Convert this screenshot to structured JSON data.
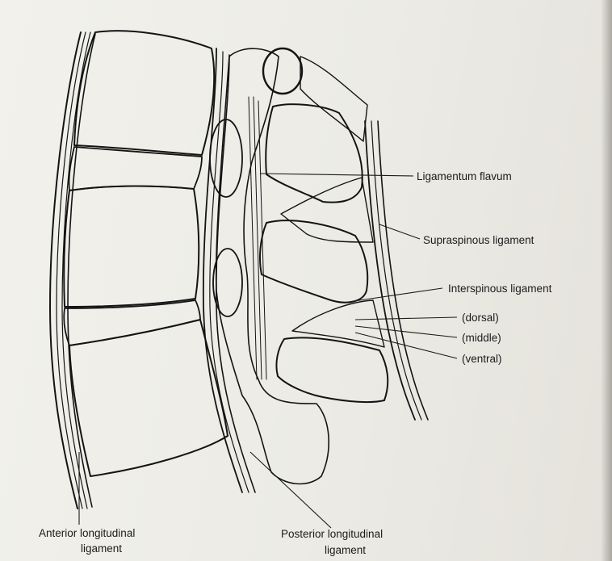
{
  "labels": {
    "ligamentum_flavum": "Ligamentum flavum",
    "supraspinous": "Supraspinous ligament",
    "interspinous": "Interspinous ligament",
    "dorsal": "(dorsal)",
    "middle": "(middle)",
    "ventral": "(ventral)",
    "anterior_line1": "Anterior longitudinal",
    "anterior_line2": "ligament",
    "posterior_line1": "Posterior longitudinal",
    "posterior_line2": "ligament"
  },
  "colors": {
    "ink": "#141414",
    "bone": "#f6f5f0",
    "disc": "#f2f1ec"
  }
}
